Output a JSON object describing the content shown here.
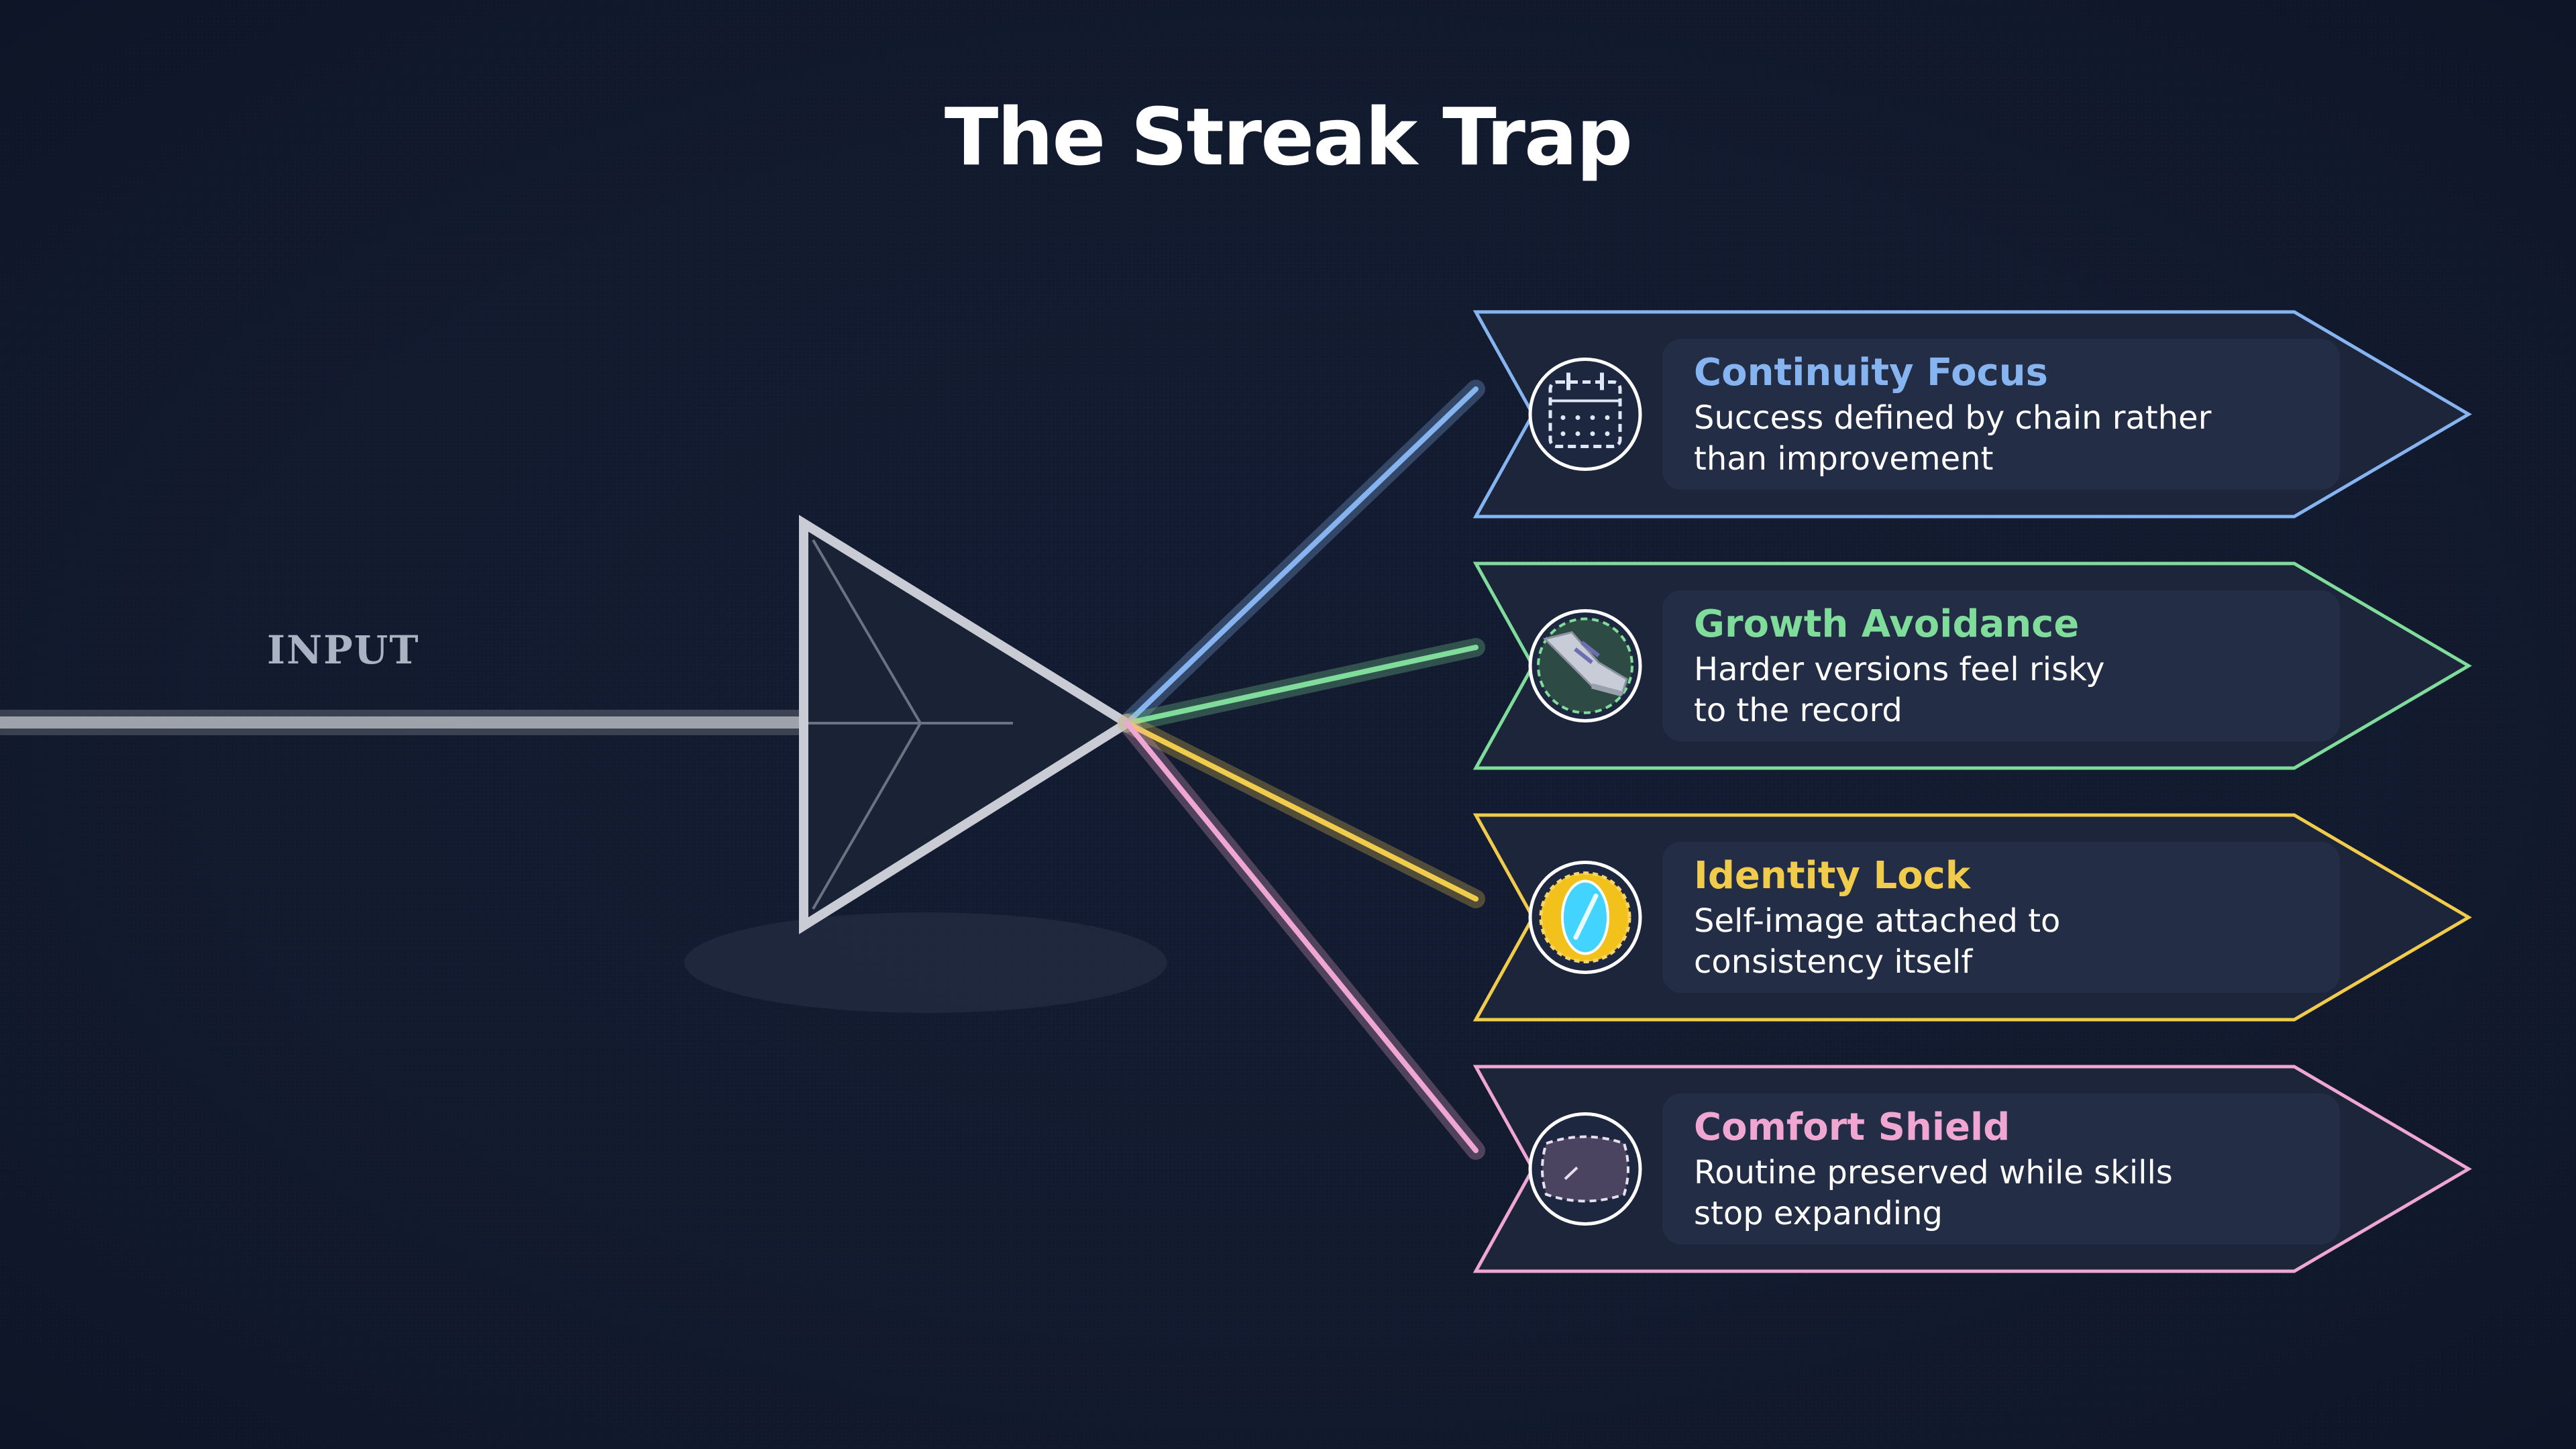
{
  "title": "The Streak Trap",
  "input_label": "INPUT",
  "colors": {
    "background": "#131b2f",
    "prism": "#c9ccd4",
    "blue": "#86b4f0",
    "green": "#7fdc9a",
    "yellow": "#f1cb4c",
    "pink": "#f0a6d2"
  },
  "outputs": [
    {
      "title": "Continuity Focus",
      "line1": "Success defined by chain rather",
      "line2": "than improvement",
      "color": "#86b4f0",
      "icon": "calendar-icon"
    },
    {
      "title": "Growth Avoidance",
      "line1": "Harder versions feel risky",
      "line2": "to the record",
      "color": "#7fdc9a",
      "icon": "sneaker-icon"
    },
    {
      "title": "Identity Lock",
      "line1": "Self-image attached to",
      "line2": "consistency itself",
      "color": "#f1cb4c",
      "icon": "mirror-icon"
    },
    {
      "title": "Comfort Shield",
      "line1": "Routine preserved while skills",
      "line2": "stop expanding",
      "color": "#f0a6d2",
      "icon": "pillow-icon"
    }
  ]
}
